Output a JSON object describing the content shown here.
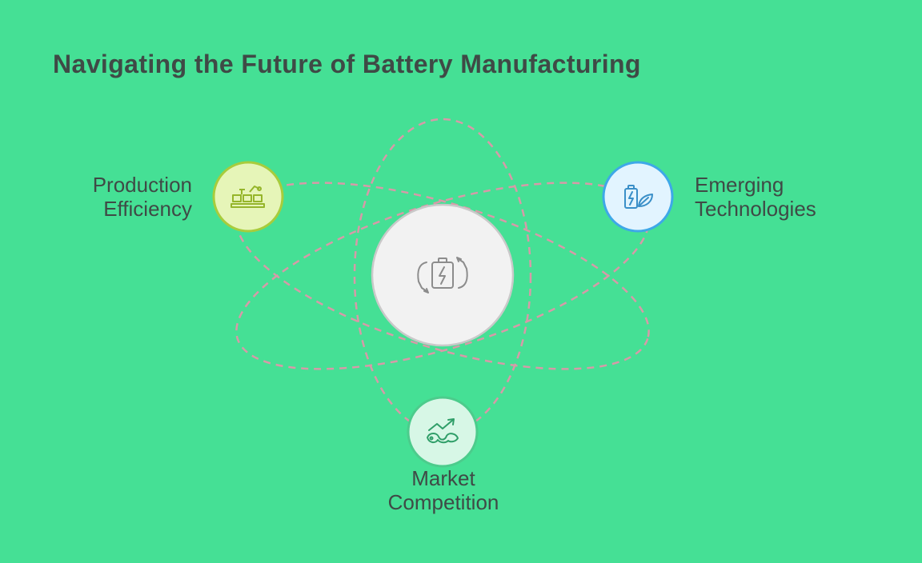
{
  "title": "Navigating the Future of Battery Manufacturing",
  "center": {
    "icon": "battery-cycle-icon"
  },
  "nodes": [
    {
      "id": "production",
      "lines": [
        "Production",
        "Efficiency"
      ],
      "icon": "assembly-line-icon",
      "color": "#e6f5b8",
      "border": "#a8cc3c"
    },
    {
      "id": "emerging",
      "lines": [
        "Emerging",
        "Technologies"
      ],
      "icon": "eco-battery-icon",
      "color": "#e2f4ff",
      "border": "#3ea8e8"
    },
    {
      "id": "market",
      "lines": [
        "Market",
        "Competition"
      ],
      "icon": "market-trend-icon",
      "color": "#d7f7e6",
      "border": "#4ccc8c"
    }
  ],
  "colors": {
    "background": "#45e095",
    "orbit": "#d79aa8",
    "title": "#3f4a46"
  }
}
